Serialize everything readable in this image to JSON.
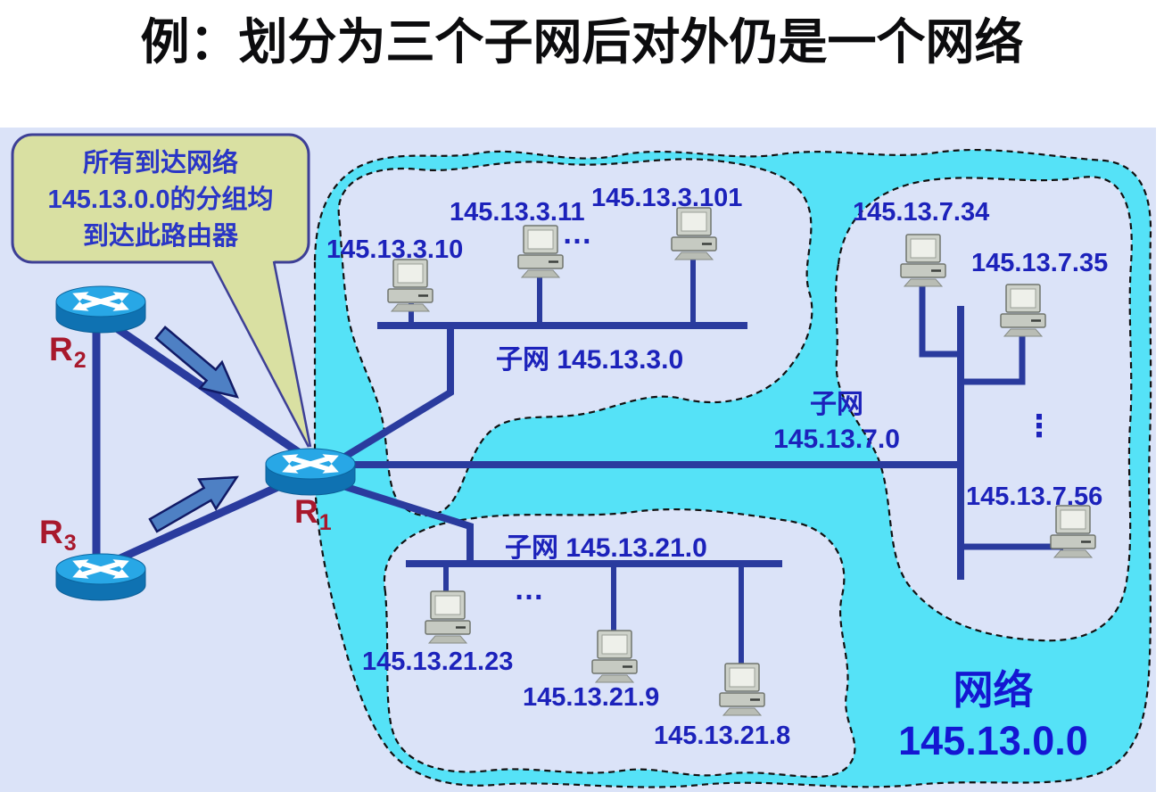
{
  "slide": {
    "title": "例：划分为三个子网后对外仍是一个网络"
  },
  "callout": {
    "line1": "所有到达网络",
    "line2": "145.13.0.0的分组均",
    "line3": "到达此路由器"
  },
  "routers": {
    "r1": {
      "base": "R",
      "sub": "1"
    },
    "r2": {
      "base": "R",
      "sub": "2"
    },
    "r3": {
      "base": "R",
      "sub": "3"
    }
  },
  "subnet3": {
    "name": "子网 145.13.3.0",
    "host1": "145.13.3.10",
    "host2": "145.13.3.11",
    "host3": "145.13.3.101",
    "ellipsis": "…"
  },
  "subnet7": {
    "name_line1": "子网",
    "name_line2": "145.13.7.0",
    "host1": "145.13.7.34",
    "host2": "145.13.7.35",
    "host3": "145.13.7.56",
    "ellipsis": "⋮"
  },
  "subnet21": {
    "name": "子网 145.13.21.0",
    "host1": "145.13.21.23",
    "host2": "145.13.21.9",
    "host3": "145.13.21.8",
    "ellipsis": "…"
  },
  "network": {
    "line1": "网络",
    "line2": "145.13.0.0"
  },
  "icons": {
    "router": "cisco-router-icon",
    "computer": "desktop-computer-icon",
    "arrow": "packet-flow-arrow",
    "callout": "speech-bubble"
  },
  "colors": {
    "network_region_cyan": "#55e2f7",
    "background_lavender": "#dbe3f8",
    "link_line_blue": "#2a3b9e",
    "label_blue": "#1c22bb",
    "network_label_blue": "#1417d2",
    "callout_fill": "#d9e0a2",
    "callout_border": "#3d3f96",
    "router_label_red": "#a8182c",
    "router_top": "#28a7e6",
    "router_body": "#0f72b2",
    "arrow_fill": "#4e80c4",
    "title_black": "#0c0c0e"
  }
}
